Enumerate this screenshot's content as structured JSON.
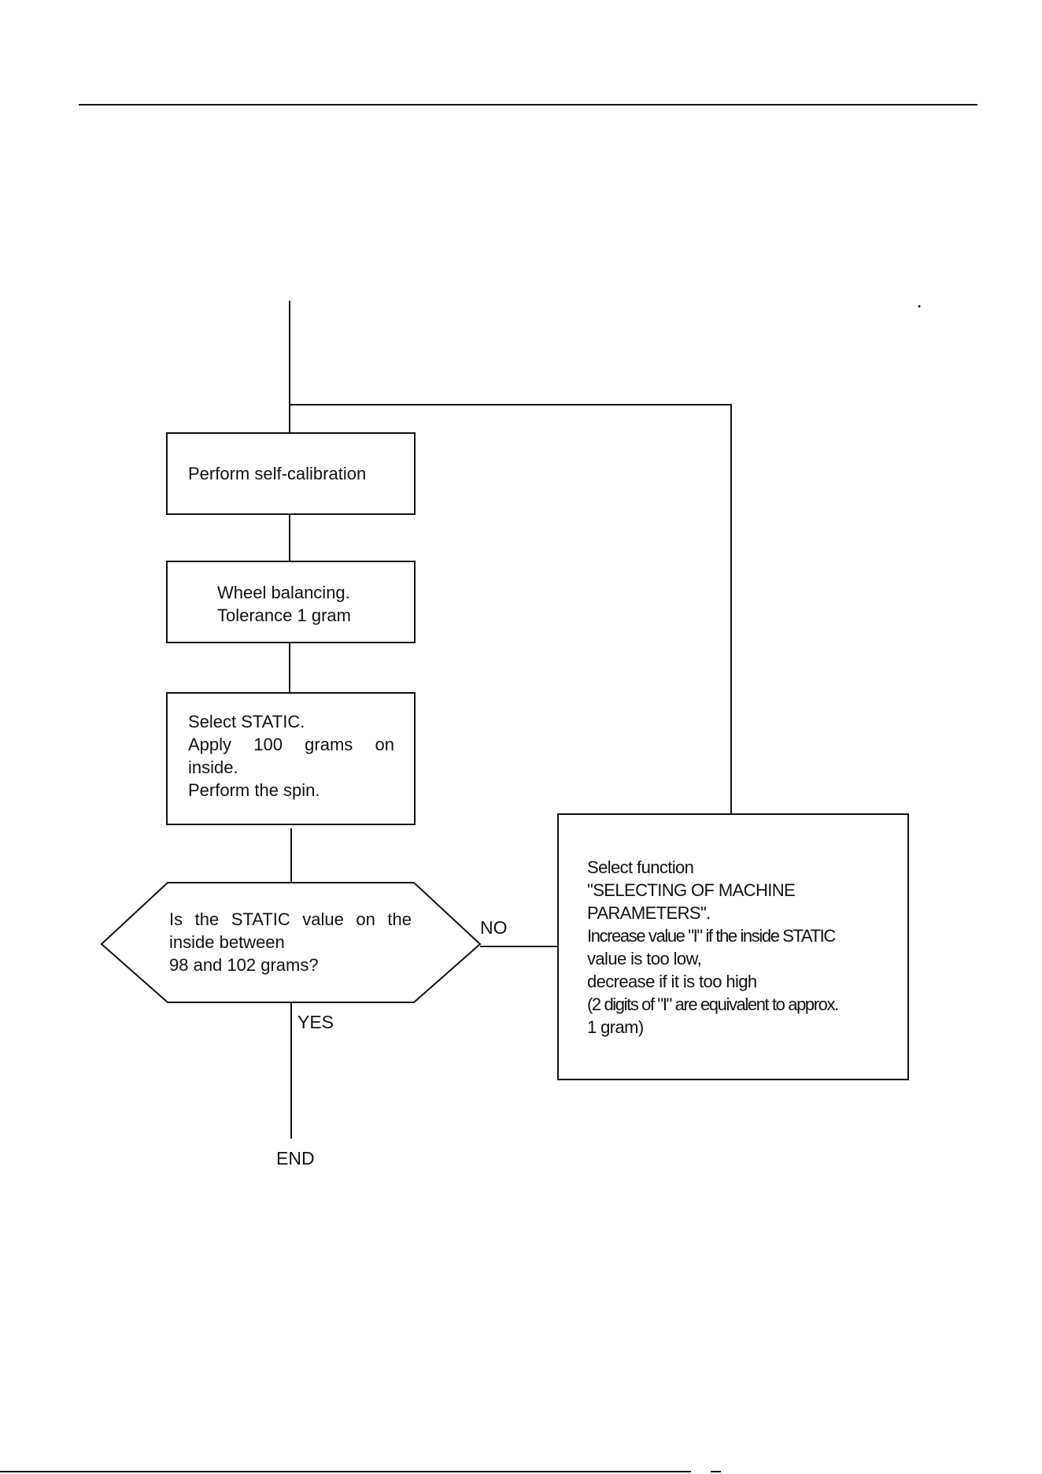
{
  "nodes": {
    "self_calibration": {
      "text": "Perform self-calibration"
    },
    "wheel_balancing": {
      "line1": "Wheel balancing.",
      "line2": "Tolerance 1 gram"
    },
    "select_static": {
      "line1": "Select STATIC.",
      "line2": "Apply 100 grams on",
      "line3": "inside.",
      "line4": "Perform the spin."
    },
    "decision": {
      "line1": "Is the STATIC value on the",
      "line2": "inside between",
      "line3": "98 and 102 grams?"
    },
    "adjust": {
      "line1": "Select function",
      "line2": "\"SELECTING OF MACHINE",
      "line3": "PARAMETERS\".",
      "line4": "Increase value \"I\" if the inside STATIC",
      "line5": "value is too low,",
      "line6": "decrease if it is too high",
      "line7": "(2 digits of \"I\" are equivalent to approx.",
      "line8": "1 gram)"
    }
  },
  "edges": {
    "no_label": "NO",
    "yes_label": "YES"
  },
  "terminal": {
    "end_label": "END"
  }
}
